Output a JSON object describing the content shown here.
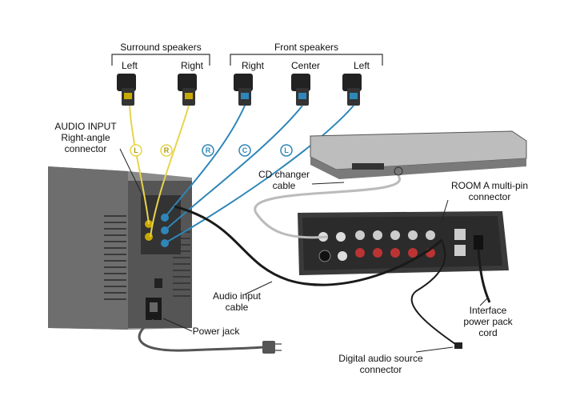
{
  "groups": {
    "surround": "Surround speakers",
    "front": "Front speakers"
  },
  "speakers": {
    "surround_left": "Left",
    "surround_right": "Right",
    "front_right": "Right",
    "front_center": "Center",
    "front_left": "Left"
  },
  "wire_tags": {
    "surround_left": "L",
    "surround_right": "R",
    "front_right": "R",
    "front_center": "C",
    "front_left": "L"
  },
  "labels": {
    "audio_input_1": "AUDIO INPUT",
    "audio_input_2": "Right-angle",
    "audio_input_3": "connector",
    "cd_changer_1": "CD changer",
    "cd_changer_2": "cable",
    "room_a_1": "ROOM A multi-pin",
    "room_a_2": "connector",
    "audio_cable_1": "Audio input",
    "audio_cable_2": "cable",
    "power_jack": "Power jack",
    "interface_1": "Interface",
    "interface_2": "power pack",
    "interface_3": "cord",
    "digital_1": "Digital audio source",
    "digital_2": "connector"
  },
  "colors": {
    "surround_wire": "#e8d44a",
    "front_wire": "#2f86b8",
    "cable": "#1a1a1a",
    "device_gray": "#7a7a7a",
    "panel_dark": "#2b2b2b"
  }
}
